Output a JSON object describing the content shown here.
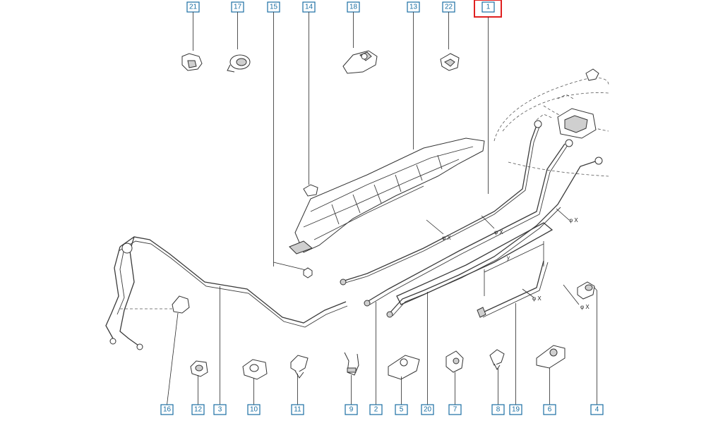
{
  "diagram": {
    "highlighted_ref": "1",
    "top_refs": [
      "21",
      "17",
      "15",
      "14",
      "18",
      "13",
      "22",
      "1"
    ],
    "bottom_refs": [
      "16",
      "12",
      "3",
      "10",
      "11",
      "9",
      "2",
      "5",
      "20",
      "7",
      "8",
      "19",
      "6",
      "4"
    ],
    "annotations": {
      "diameter_a": "φ X",
      "diameter_b": "φ X",
      "diameter_c": "φ X",
      "diameter_d": "φ X",
      "diameter_e": "φ X",
      "length_y": "y"
    }
  }
}
